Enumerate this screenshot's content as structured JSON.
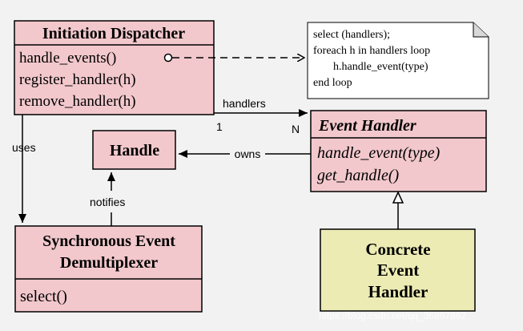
{
  "colors": {
    "class_fill": "#f2c8cc",
    "concrete_fill": "#ecebb4",
    "note_fill": "#ffffff",
    "line": "#000000",
    "background": "#f2f2f2"
  },
  "initiation_dispatcher": {
    "title": "Initiation Dispatcher",
    "methods": [
      "handle_events()",
      "register_handler(h)",
      "remove_handler(h)"
    ]
  },
  "note": {
    "lines": [
      "select (handlers);",
      "foreach h in handlers loop",
      "h.handle_event(type)",
      "end loop"
    ]
  },
  "event_handler": {
    "title": "Event Handler",
    "methods": [
      "handle_event(type)",
      "get_handle()"
    ]
  },
  "handle": {
    "title": "Handle"
  },
  "demultiplexer": {
    "title_line1": "Synchronous Event",
    "title_line2": "Demultiplexer",
    "methods": [
      "select()"
    ]
  },
  "concrete_handler": {
    "line1": "Concrete",
    "line2": "Event",
    "line3": "Handler"
  },
  "relations": {
    "handlers": "handlers",
    "mult_one": "1",
    "mult_n": "N",
    "uses": "uses",
    "owns": "owns",
    "notifies": "notifies"
  },
  "watermark": "https://blog.csdn.net/qq_36807862"
}
